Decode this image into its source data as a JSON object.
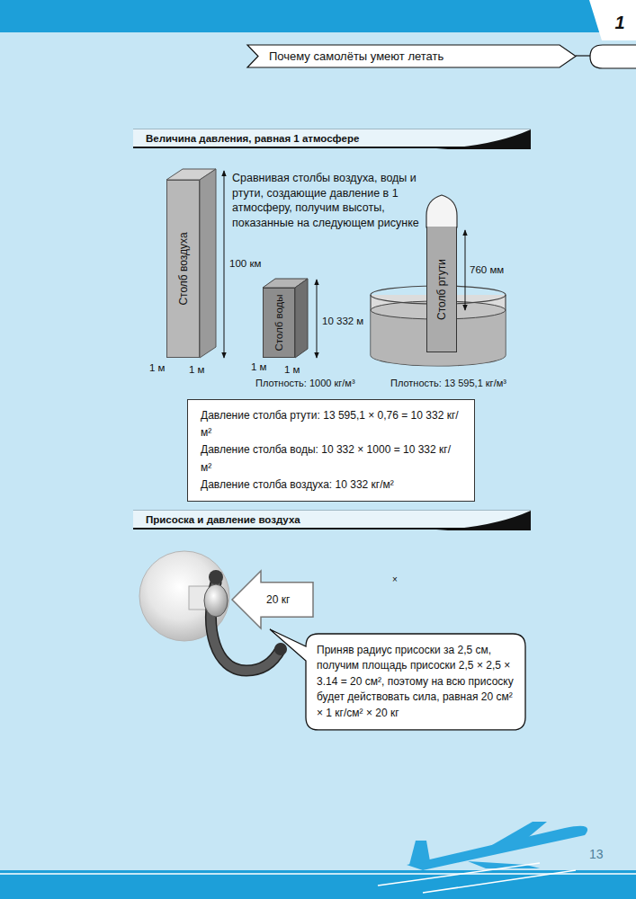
{
  "diagram": {
    "nodes": [
      {
        "text": [
          "Почему самолёты умеют летать"
        ]
      },
      {
        "text": [
          "1"
        ]
      },
      {
        "text": [
          "Величина давления, равная 1 атмосфере"
        ]
      },
      {
        "text": [
          "Столб воздуха"
        ]
      },
      {
        "text": [
          "Столб воды"
        ]
      },
      {
        "text": [
          "Столб ртути"
        ]
      },
      {
        "text": [
          "Давление столба ртути: 13 595,1 × 0,76 = 10 332 кг/м²",
          "Давление столба воды: 10 332 × 1000 = 10 332 кг/м²",
          "Давление столба воздуха: 10 332 кг/м²"
        ]
      },
      {
        "text": [
          "Присоска и давление воздуха"
        ]
      },
      {
        "text": [
          "20 кг"
        ]
      },
      {
        "text": [
          "Приняв радиус присоски за 2,5 см, получим площадь присоски 2,5 × 2,5 × 3.14 = 20 см², поэтому на всю присоску будет действовать сила, равная 20 см² × 1 кг/см² × 20 кг"
        ]
      }
    ],
    "labels": [
      "Сравнивая столбы воздуха, воды и ртути, создающие давление в 1 атмосферу, получим высоты, показанные на следующем рисунке",
      "100 км",
      "1 м",
      "1 м",
      "10 332 м",
      "1 м",
      "1 м",
      "760 мм",
      "Плотность: 1000 кг/м³",
      "Плотность: 13 595,1 кг/м³",
      "×",
      "13"
    ]
  }
}
